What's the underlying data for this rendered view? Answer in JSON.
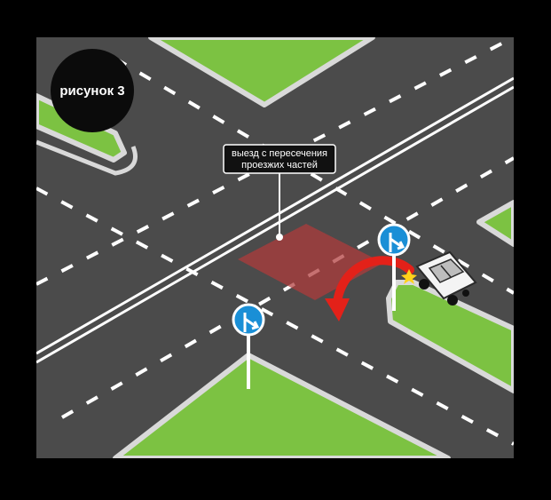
{
  "badge": {
    "label": "рисунок 3"
  },
  "callout": {
    "line1": "выезд с пересечения",
    "line2": "проезжих частей"
  },
  "signs": [
    {
      "icon": "keep-right-arrow-icon"
    },
    {
      "icon": "keep-right-arrow-icon"
    }
  ],
  "colors": {
    "background": "#000000",
    "road": "#4b4b4b",
    "grass": "#7cc242",
    "curb": "#d9d9d9",
    "marking": "#ffffff",
    "zone": "#b03a3a",
    "arrow": "#e32119",
    "sign_blue": "#1a8fd6",
    "badge": "#0b0b0b",
    "callout_bg": "#111111"
  }
}
